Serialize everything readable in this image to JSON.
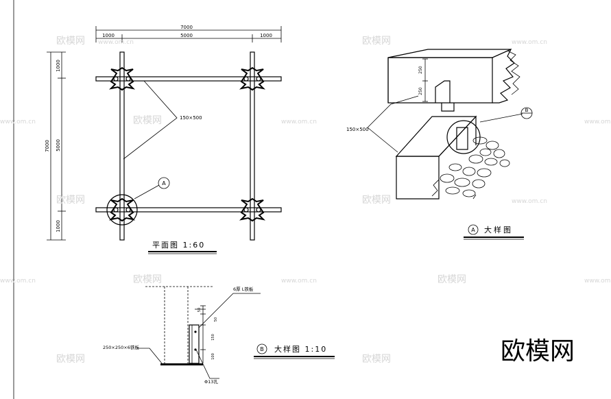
{
  "plan": {
    "dim_top_total": "7000",
    "dim_top_left": "1000",
    "dim_top_mid": "5000",
    "dim_top_right": "1000",
    "dim_left_total": "7000",
    "dim_left_top": "1000",
    "dim_left_mid": "5000",
    "dim_left_bottom": "1000",
    "beam_label": "150×500",
    "callout_a": "A",
    "title": "平面图 1:60"
  },
  "detail_a": {
    "dim_250_upper": "250",
    "dim_250_lower": "250",
    "beam_label": "150×500",
    "callout_b": "B",
    "title_circle": "A",
    "title_text": "大样图"
  },
  "detail_b": {
    "dim_50": "50",
    "dim_50b": "50",
    "dim_150": "150",
    "dim_100": "100",
    "steel_label": "6厚 L铁板",
    "plate_label": "250×250×6铁板",
    "hole_label": "Φ13孔",
    "title_circle": "B",
    "title_text": "大样图 1:10"
  },
  "watermark": {
    "logo": "欧模网",
    "url": "www.om.cn"
  }
}
